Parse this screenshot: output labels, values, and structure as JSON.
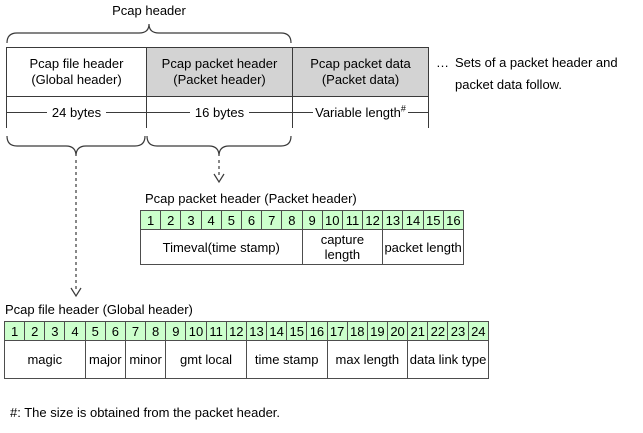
{
  "diagram": {
    "top_brace_label": "Pcap header",
    "boxes": [
      {
        "line1": "Pcap file header",
        "line2": "(Global header)",
        "size": "24 bytes",
        "size_suffix": ""
      },
      {
        "line1": "Pcap packet header",
        "line2": "(Packet header)",
        "size": "16 bytes",
        "size_suffix": ""
      },
      {
        "line1": "Pcap packet data",
        "line2": "(Packet data)",
        "size": "Variable length",
        "size_suffix": "#"
      }
    ],
    "side_note": {
      "marker": "…",
      "line1": "Sets of a packet header and",
      "line2": "packet data follow."
    },
    "packet_header": {
      "title": "Pcap packet header (Packet header)",
      "columns": [
        "1",
        "2",
        "3",
        "4",
        "5",
        "6",
        "7",
        "8",
        "9",
        "10",
        "11",
        "12",
        "13",
        "14",
        "15",
        "16"
      ],
      "fields": [
        {
          "label": "Timeval(time stamp)",
          "span": 8
        },
        {
          "label": "capture length",
          "span": 4
        },
        {
          "label": "packet length",
          "span": 4
        }
      ]
    },
    "global_header": {
      "title": "Pcap file header (Global header)",
      "columns": [
        "1",
        "2",
        "3",
        "4",
        "5",
        "6",
        "7",
        "8",
        "9",
        "10",
        "11",
        "12",
        "13",
        "14",
        "15",
        "16",
        "17",
        "18",
        "19",
        "20",
        "21",
        "22",
        "23",
        "24"
      ],
      "fields": [
        {
          "label": "magic",
          "span": 4
        },
        {
          "label": "major",
          "span": 2
        },
        {
          "label": "minor",
          "span": 2
        },
        {
          "label": "gmt local",
          "span": 4
        },
        {
          "label": "time stamp",
          "span": 4
        },
        {
          "label": "max length",
          "span": 4
        },
        {
          "label": "data link type",
          "span": 4
        }
      ]
    },
    "footnote": "#: The size is obtained from the packet header."
  },
  "colors": {
    "cell_green": "#ccffcc",
    "box_gray": "#d3d3d3",
    "line_dark": "#3a3a3a",
    "table_border": "#4d4d4d"
  }
}
